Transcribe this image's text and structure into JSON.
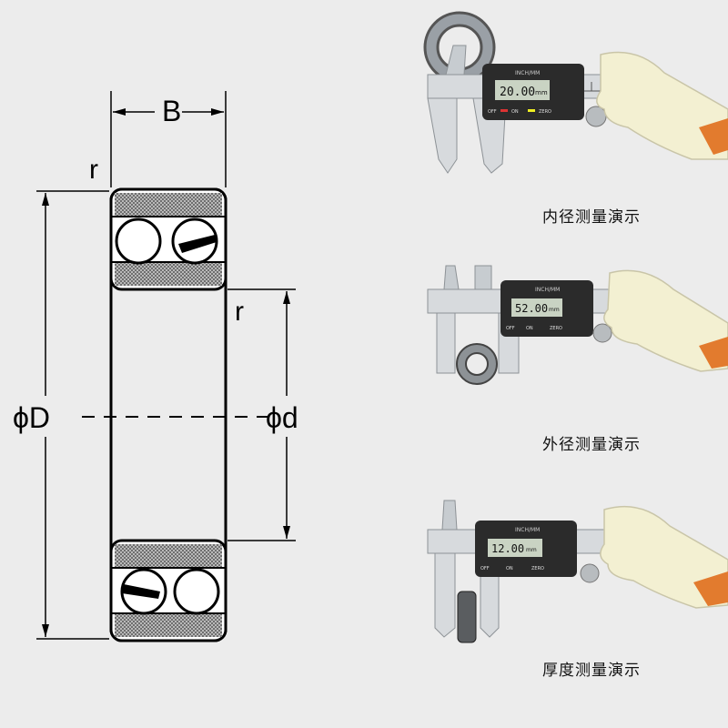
{
  "drawing": {
    "label_width": "B",
    "label_radius_top": "r",
    "label_radius_inner": "r",
    "label_outer_diameter": "ϕD",
    "label_inner_diameter": "ϕd"
  },
  "panels": [
    {
      "caption": "内径测量演示",
      "reading": "20.00",
      "unit": "mm",
      "brand": "INCH/MM",
      "off_label": "OFF",
      "on_label": "ON",
      "zero_label": "ZERO"
    },
    {
      "caption": "外径测量演示",
      "reading": "52.00",
      "unit": "mm",
      "brand": "INCH/MM",
      "off_label": "OFF",
      "on_label": "ON",
      "zero_label": "ZERO"
    },
    {
      "caption": "厚度测量演示",
      "reading": "12.00",
      "unit": "mm",
      "brand": "INCH/MM",
      "off_label": "OFF",
      "on_label": "ON",
      "zero_label": "ZERO"
    }
  ],
  "colors": {
    "line": "#000000",
    "ring_fill": "#8a8a8a",
    "caliper_body": "#d7dadd",
    "caliper_dark": "#2b2b2b",
    "lcd": "#c9d3c3",
    "glove": "#f3f0d2",
    "wrist_band": "#e27b2e"
  }
}
